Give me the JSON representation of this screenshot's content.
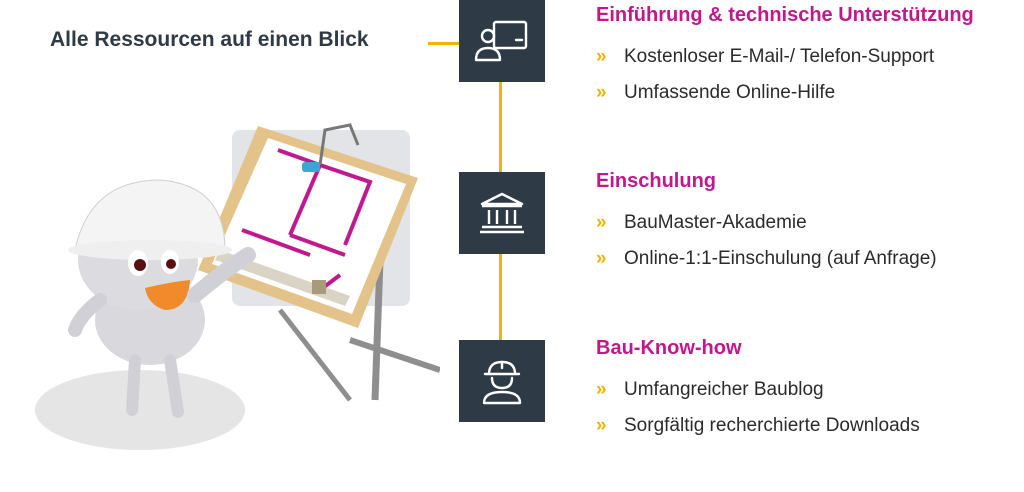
{
  "headline": "Alle Ressourcen auf einen Blick",
  "colors": {
    "accent": "#c2188d",
    "connector": "#f0b400",
    "icon_bg": "#2f3a47"
  },
  "sections": [
    {
      "icon": "presentation-person-icon",
      "title": "Einführung & technische Unterstützung",
      "items": [
        "Kostenloser E-Mail-/ Telefon-Support",
        "Umfassende Online-Hilfe"
      ]
    },
    {
      "icon": "academy-building-icon",
      "title": "Einschulung",
      "items": [
        "BauMaster-Akademie",
        "Online-1:1-Einschulung (auf Anfrage)"
      ]
    },
    {
      "icon": "hard-hat-worker-icon",
      "title": "Bau-Know-how",
      "items": [
        "Umfangreicher Baublog",
        "Sorgfältig recherchierte Downloads"
      ]
    }
  ]
}
